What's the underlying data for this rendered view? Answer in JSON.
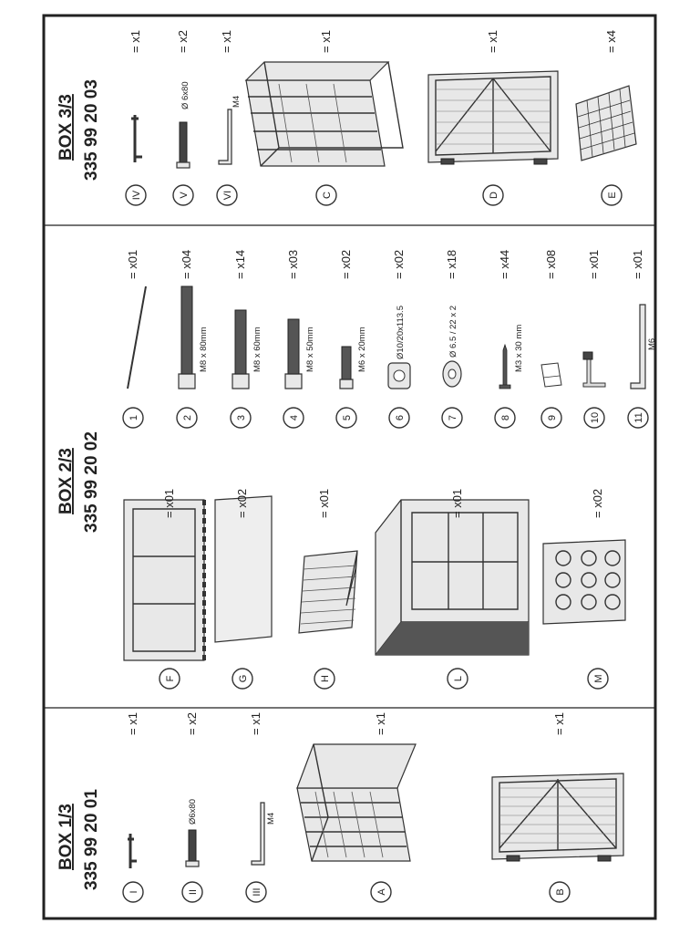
{
  "boxes": [
    {
      "title": "BOX 1/3",
      "code": "335 99 20 01",
      "items": [
        {
          "label": "I",
          "qty": "= x1"
        },
        {
          "label": "II",
          "qty": "= x2",
          "caption": "Ø6x80"
        },
        {
          "label": "III",
          "qty": "= x1",
          "caption": "M4"
        },
        {
          "label": "A",
          "qty": "= x1"
        },
        {
          "label": "B",
          "qty": "= x1"
        }
      ]
    },
    {
      "title": "BOX 2/3",
      "code": "335 99 20 02",
      "panels": [
        {
          "label": "F",
          "qty": "= x01"
        },
        {
          "label": "G",
          "qty": "= x02"
        },
        {
          "label": "H",
          "qty": "= x01"
        },
        {
          "label": "L",
          "qty": "= x01"
        },
        {
          "label": "M",
          "qty": "= x02"
        }
      ],
      "hardware": [
        {
          "label": "1",
          "qty": "= x01"
        },
        {
          "label": "2",
          "qty": "= x04",
          "caption": "M8 x 80mm"
        },
        {
          "label": "3",
          "qty": "= x14",
          "caption": "M8 x 60mm"
        },
        {
          "label": "4",
          "qty": "= x03",
          "caption": "M8 x 50mm"
        },
        {
          "label": "5",
          "qty": "= x02",
          "caption": "M6 x 20mm"
        },
        {
          "label": "6",
          "qty": "= x02",
          "caption": "Ø10/20x113.5"
        },
        {
          "label": "7",
          "qty": "= x18",
          "caption": "Ø 6.5 / 22 x 2"
        },
        {
          "label": "8",
          "qty": "= x44",
          "caption": "M3 x 30 mm"
        },
        {
          "label": "9",
          "qty": "= x08"
        },
        {
          "label": "10",
          "qty": "= x01"
        },
        {
          "label": "11",
          "qty": "= x01",
          "caption": "M6"
        }
      ]
    },
    {
      "title": "BOX 3/3",
      "code": "335 99 20 03",
      "items": [
        {
          "label": "IV",
          "qty": "= x1"
        },
        {
          "label": "V",
          "qty": "= x2",
          "caption": "Ø 6x80"
        },
        {
          "label": "VI",
          "qty": "= x1",
          "caption": "M4"
        },
        {
          "label": "C",
          "qty": "= x1"
        },
        {
          "label": "D",
          "qty": "= x1"
        },
        {
          "label": "E",
          "qty": "= x4"
        }
      ]
    }
  ]
}
